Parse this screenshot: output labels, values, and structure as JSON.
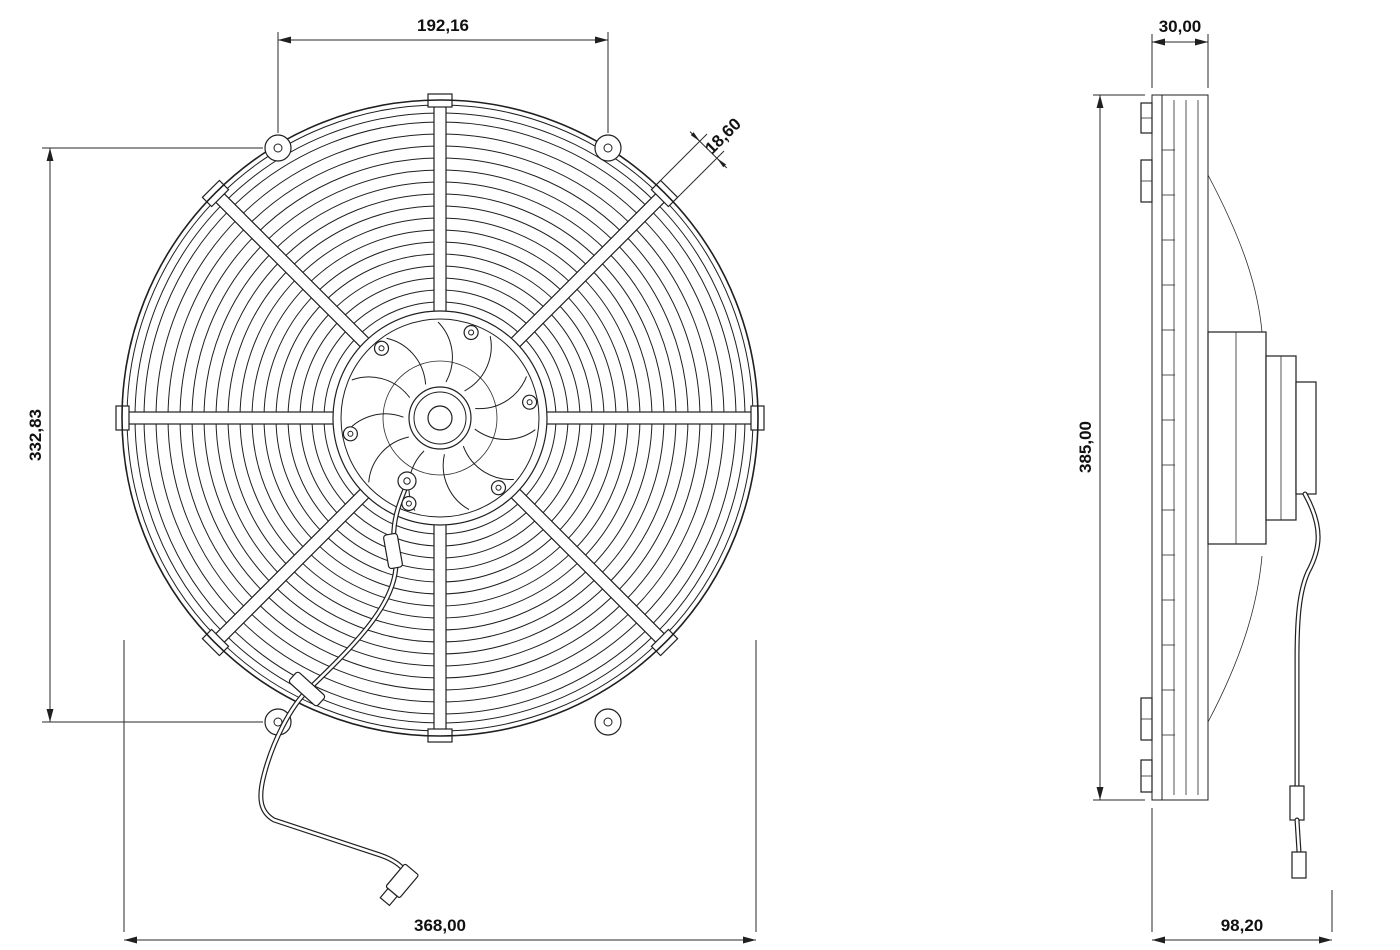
{
  "meta": {
    "line_color": "#1f1f1f",
    "background": "#ffffff"
  },
  "front_view": {
    "dim_hole_spacing": "192,16",
    "dim_clip_width": "18,60",
    "dim_mount_height": "332,83",
    "dim_overall_width": "368,00"
  },
  "side_view": {
    "dim_frame_depth": "30,00",
    "dim_overall_height": "385,00",
    "dim_overall_depth": "98,20"
  }
}
